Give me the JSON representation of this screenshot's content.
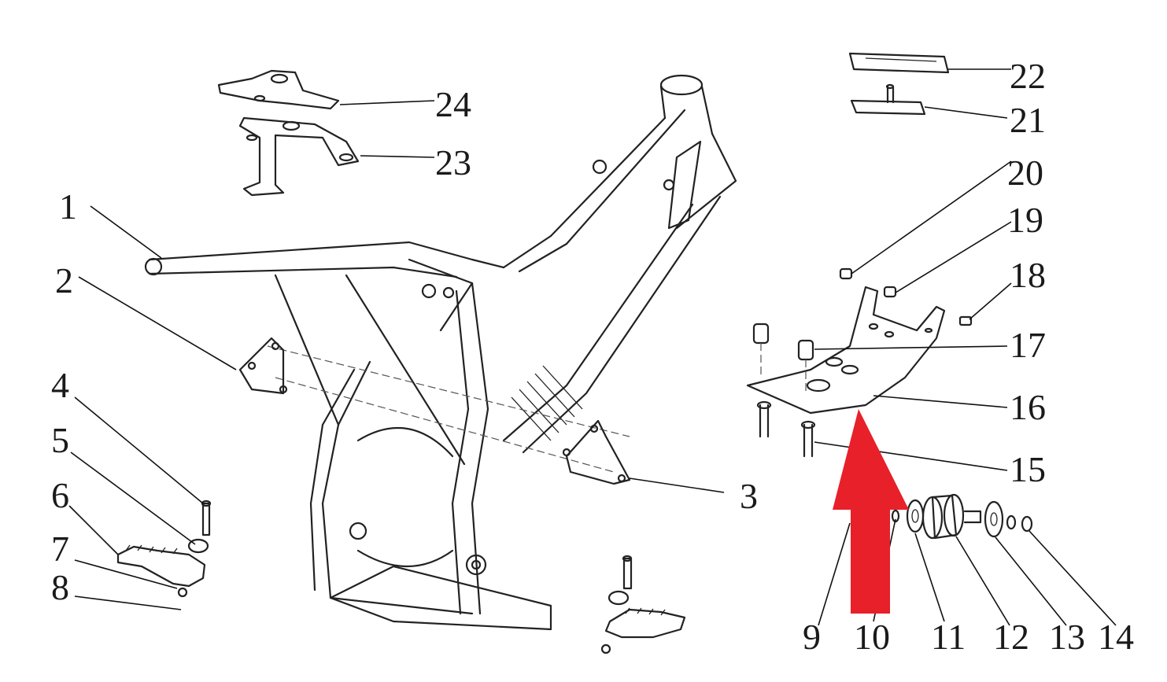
{
  "diagram": {
    "callouts": [
      {
        "id": "1",
        "text": "1"
      },
      {
        "id": "2",
        "text": "2"
      },
      {
        "id": "3",
        "text": "3"
      },
      {
        "id": "4",
        "text": "4"
      },
      {
        "id": "5",
        "text": "5"
      },
      {
        "id": "6",
        "text": "6"
      },
      {
        "id": "7",
        "text": "7"
      },
      {
        "id": "8",
        "text": "8"
      },
      {
        "id": "9",
        "text": "9"
      },
      {
        "id": "10",
        "text": "10"
      },
      {
        "id": "11",
        "text": "11"
      },
      {
        "id": "12",
        "text": "12"
      },
      {
        "id": "13",
        "text": "13"
      },
      {
        "id": "14",
        "text": "14"
      },
      {
        "id": "15",
        "text": "15"
      },
      {
        "id": "16",
        "text": "16"
      },
      {
        "id": "17",
        "text": "17"
      },
      {
        "id": "18",
        "text": "18"
      },
      {
        "id": "19",
        "text": "19"
      },
      {
        "id": "20",
        "text": "20"
      },
      {
        "id": "21",
        "text": "21"
      },
      {
        "id": "22",
        "text": "22"
      },
      {
        "id": "23",
        "text": "23"
      },
      {
        "id": "24",
        "text": "24"
      }
    ],
    "highlight_arrow_color": "#e8202a",
    "line_color": "#222222",
    "background": "#ffffff"
  }
}
